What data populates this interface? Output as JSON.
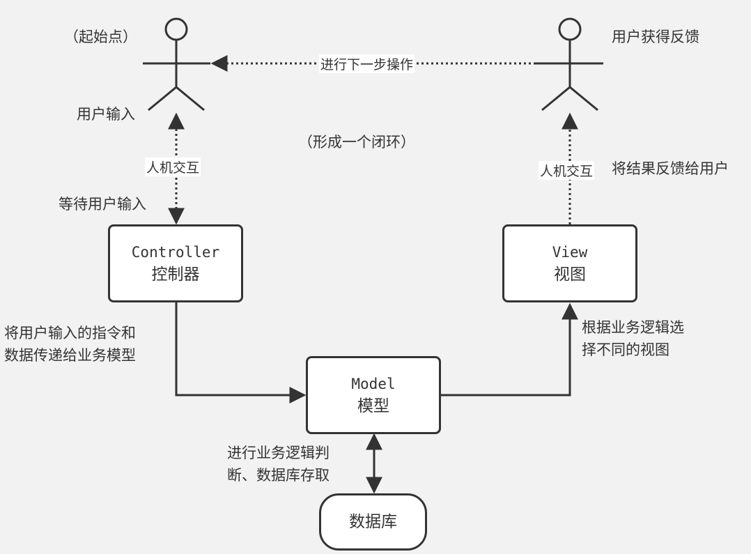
{
  "actors": {
    "left": {
      "name": "用户输入",
      "note": "（起始点）"
    },
    "right": {
      "name": "用户获得反馈"
    }
  },
  "nodes": {
    "controller": {
      "en": "Controller",
      "zh": "控制器"
    },
    "view": {
      "en": "View",
      "zh": "视图"
    },
    "model": {
      "en": "Model",
      "zh": "模型"
    },
    "database": {
      "zh": "数据库"
    }
  },
  "edges": {
    "feedback_loop": "进行下一步操作",
    "left_interaction": "人机交互",
    "right_interaction": "人机交互"
  },
  "annotations": {
    "loop_note": "（形成一个闭环）",
    "wait_input": "等待用户输入",
    "send_feedback": "将结果反馈给用户",
    "controller_to_model": [
      "将用户输入的指令和",
      "数据传递给业务模型"
    ],
    "model_to_view": [
      "根据业务逻辑选",
      "择不同的视图"
    ],
    "model_db": [
      "进行业务逻辑判",
      "断、数据库存取"
    ]
  }
}
